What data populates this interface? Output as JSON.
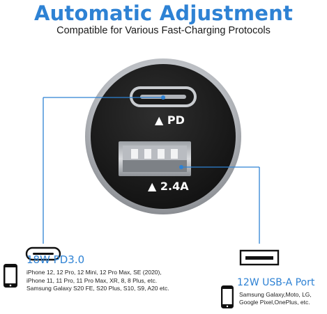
{
  "header": {
    "title": "Automatic Adjustment",
    "subtitle": "Compatible for Various Fast-Charging Protocols"
  },
  "charger": {
    "pd_port_label": "▲ PD",
    "usba_port_label": "▲ 2.4A"
  },
  "left_port": {
    "title": "18W PD3.0",
    "models": [
      "iPhone 12, 12 Pro, 12 Mini, 12 Pro Max, SE (2020),",
      "iPhone 11, 11 Pro, 11 Pro Max, XR, 8, 8 Plus, etc.",
      "Samsung Galaxy S20 FE, S20 Plus, S10, S9, A20 etc."
    ]
  },
  "right_port": {
    "title": "12W USB-A Port",
    "models": [
      "Samsung Galaxy,Moto, LG,",
      "Google Pixel,OnePlus, etc."
    ]
  },
  "colors": {
    "accent": "#2e82d4",
    "charger_body": "#1c1c1c",
    "rim": "#b9bcc1"
  },
  "icons": [
    "usb-c-port-icon",
    "usb-a-port-icon",
    "smartphone-icon"
  ]
}
